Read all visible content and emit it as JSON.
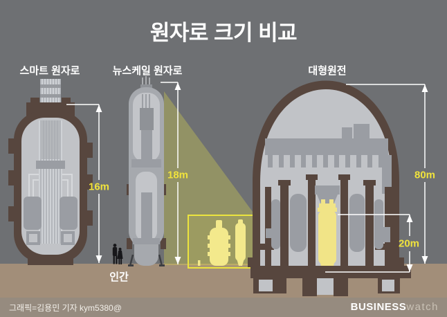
{
  "title": "원자로 크기 비교",
  "reactors": {
    "smart": {
      "label": "스마트 원자로",
      "height": "16m"
    },
    "nuscale": {
      "label": "뉴스케일 원자로",
      "height": "18m"
    },
    "large": {
      "label": "대형원전",
      "height": "80m",
      "vessel_height": "20m"
    }
  },
  "human": {
    "label": "인간"
  },
  "footer": {
    "credit": "그래픽=김용민 기자 kym5380@",
    "brand_bold": "BUSINESS",
    "brand_light": "watch"
  },
  "colors": {
    "background": "#6e7073",
    "ground": "#a28e79",
    "footer_band": "#968b7f",
    "vessel_brown": "#57463e",
    "interior_gray": "#c1c3c7",
    "component_gray": "#9a9da3",
    "dimension_line": "#ffffff",
    "dimension_text_yellow": "#f0e33c",
    "highlight_yellow": "#f1e487",
    "box_border_yellow": "#ece43e",
    "title_text": "#ffffff"
  }
}
